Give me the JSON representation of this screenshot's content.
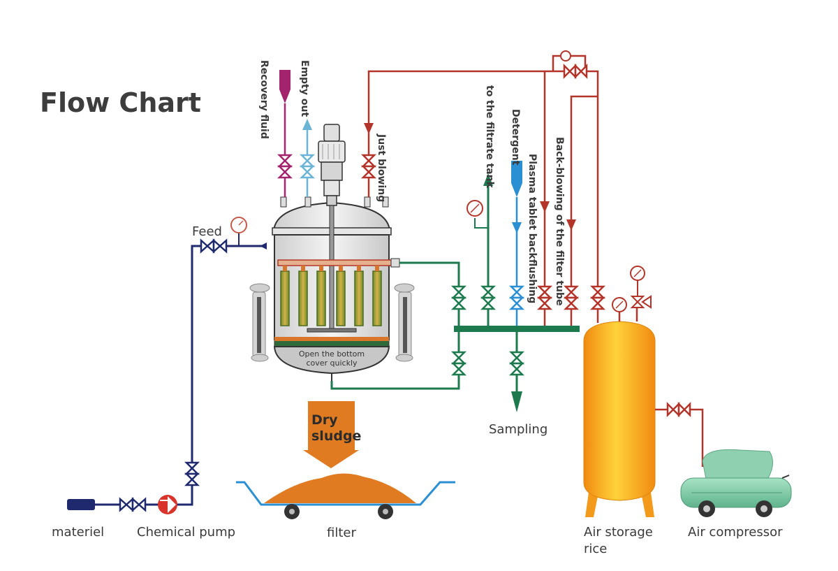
{
  "title": "Flow Chart",
  "labels": {
    "feed": "Feed",
    "recovery_fluid": "Recovery fluid",
    "empty_out": "Empty out",
    "just_blowing": "Just blowing",
    "to_filtrate_tank": "to the filtrate tank",
    "detergent": "Detergent",
    "plasma_backflushing": "Plasma tablet backflushing",
    "back_blowing": "Back-blowing of the filter tube",
    "bottom_cover_line1": "Open the bottom",
    "bottom_cover_line2": "cover quickly",
    "dry_sludge_line1": "Dry",
    "dry_sludge_line2": "sludge",
    "sampling": "Sampling",
    "materiel": "materiel",
    "chemical_pump": "Chemical pump",
    "filter": "filter",
    "air_storage_line1": "Air storage",
    "air_storage_line2": "rice",
    "air_compressor": "Air compressor"
  },
  "colors": {
    "feed_line": "#1f2a6e",
    "recovery_line": "#a3246d",
    "empty_line": "#6cb4d6",
    "air_line": "#b3352a",
    "green_line": "#1d7a4f",
    "detergent_line": "#2a8fd3",
    "tank_orange": "#f7a51c",
    "sludge_orange": "#e07b22",
    "pump_red": "#d9342b",
    "compressor_green": "#8fd0b0"
  }
}
